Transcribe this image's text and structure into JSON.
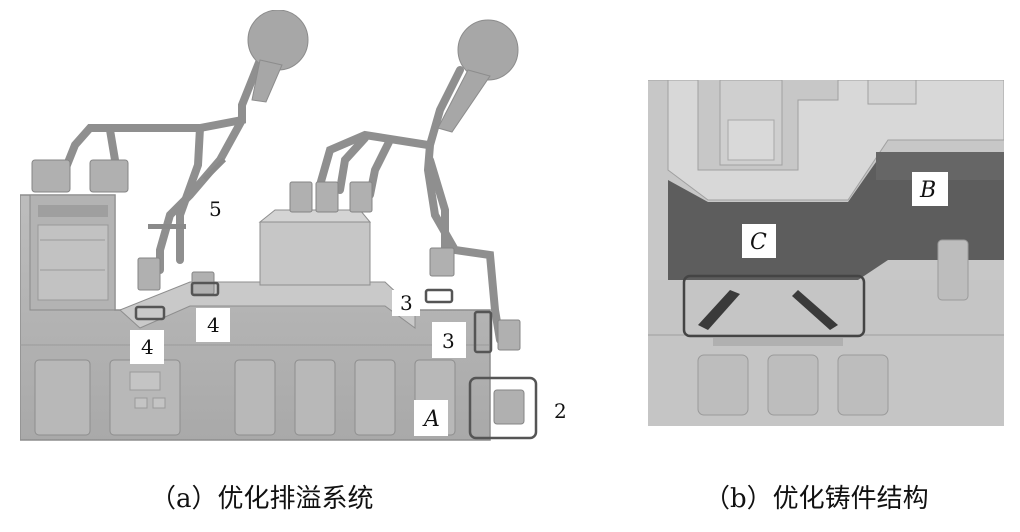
{
  "panel_a": {
    "caption": "（a）优化排溢系统",
    "labels": {
      "l5": "5",
      "l4a": "4",
      "l4b": "4",
      "l3a": "3",
      "l3b": "3",
      "l2": "2",
      "lA": "A"
    }
  },
  "panel_b": {
    "caption": "（b）优化铸件结构",
    "labels": {
      "lB": "B",
      "lC": "C"
    }
  }
}
